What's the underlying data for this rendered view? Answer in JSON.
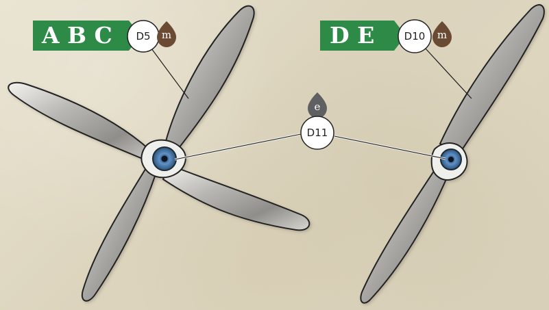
{
  "background_color": "#e2dbc6",
  "left_propeller": {
    "banner": {
      "text": "A B C",
      "color": "#2e8b47"
    },
    "callout": {
      "label": "D5",
      "drop_text": "m",
      "drop_color": "#6a4a32"
    }
  },
  "right_propeller": {
    "banner": {
      "text": "D E",
      "color": "#2e8b47"
    },
    "callout": {
      "label": "D10",
      "drop_text": "m",
      "drop_color": "#6a4a32"
    }
  },
  "center_callout": {
    "label": "D11",
    "drop_text": "e",
    "drop_color": "#5f6062"
  },
  "hub_color": "#4c7db3",
  "blade_color": "#9d9c98"
}
